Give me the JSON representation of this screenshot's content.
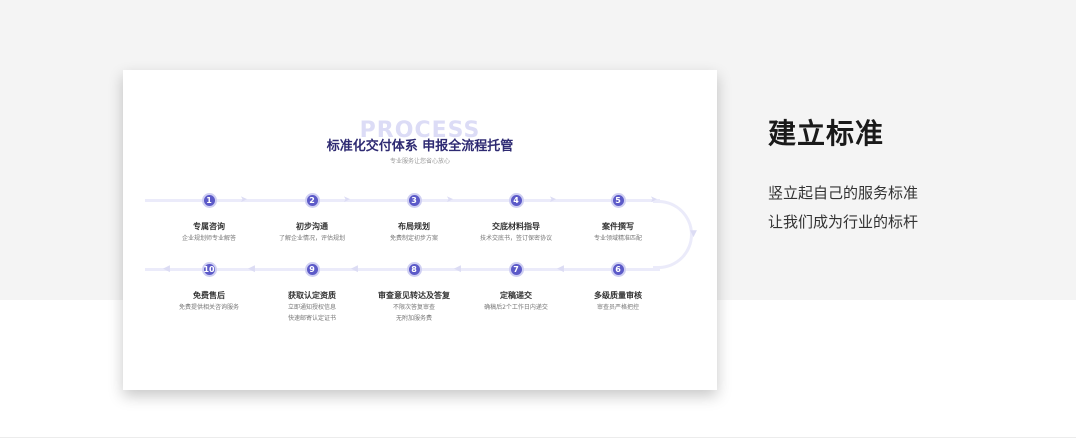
{
  "card": {
    "watermark": "PROCESS",
    "title": "标准化交付体系 申报全流程托管",
    "subtitle": "专业服务让您省心放心"
  },
  "steps": [
    {
      "num": "1",
      "title": "专属咨询",
      "desc": [
        "企业规划师专业解答"
      ]
    },
    {
      "num": "2",
      "title": "初步沟通",
      "desc": [
        "了解企业情况，评估规划"
      ]
    },
    {
      "num": "3",
      "title": "布局规划",
      "desc": [
        "免费制定初步方案"
      ]
    },
    {
      "num": "4",
      "title": "交底材料指导",
      "desc": [
        "技术交底书，签订保密协议"
      ]
    },
    {
      "num": "5",
      "title": "案件撰写",
      "desc": [
        "专业领域精准匹配"
      ]
    },
    {
      "num": "6",
      "title": "多级质量审核",
      "desc": [
        "审查员严格把控"
      ]
    },
    {
      "num": "7",
      "title": "定稿递交",
      "desc": [
        "确稿后2个工作日内递交"
      ]
    },
    {
      "num": "8",
      "title": "审查意见转达及答复",
      "desc": [
        "不限次答复审查",
        "无附加服务费"
      ]
    },
    {
      "num": "9",
      "title": "获取认定资质",
      "desc": [
        "立即通知授权信息",
        "快速邮寄认定证书"
      ]
    },
    {
      "num": "10",
      "title": "免费售后",
      "desc": [
        "免费提供相关咨询服务"
      ]
    }
  ],
  "heading": "建立标准",
  "description": [
    "竖立起自己的服务标准",
    "让我们成为行业的标杆"
  ]
}
